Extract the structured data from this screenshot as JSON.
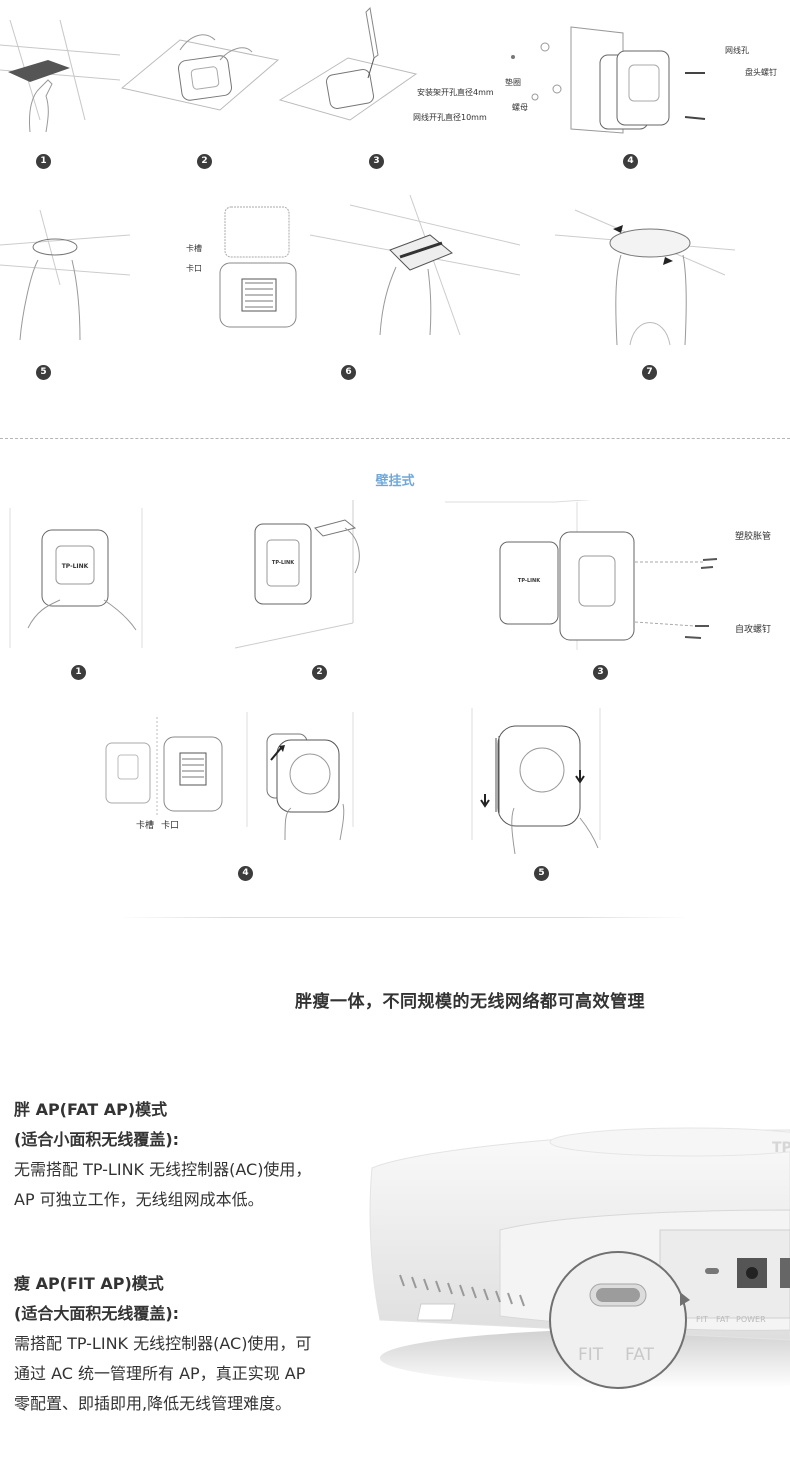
{
  "ceiling": {
    "steps": [
      "1",
      "2",
      "3",
      "4",
      "5",
      "6",
      "7"
    ],
    "callouts": {
      "bracket_hole": "安装架开孔直径4mm",
      "cable_hole": "网线开孔直径10mm",
      "cable_port": "网线孔",
      "screw": "盘头螺钉",
      "washer": "垫圈",
      "nut": "螺母",
      "slot": "卡槽",
      "clip": "卡口"
    }
  },
  "wall": {
    "title": "壁挂式",
    "steps": [
      "1",
      "2",
      "3",
      "4",
      "5"
    ],
    "callouts": {
      "anchor": "塑胶胀管",
      "tapping_screw": "自攻螺钉",
      "slot": "卡槽",
      "clip": "卡口"
    },
    "device_brand": "TP-LINK"
  },
  "feature": {
    "headline": "胖瘦一体，不同规模的无线网络都可高效管理",
    "fat": {
      "title": "胖 AP(FAT AP)模式",
      "subtitle": "(适合小面积无线覆盖):",
      "line1": "无需搭配 TP-LINK 无线控制器(AC)使用，",
      "line2": "AP 可独立工作，无线组网成本低。"
    },
    "fit": {
      "title": "瘦 AP(FIT AP)模式",
      "subtitle": "(适合大面积无线覆盖):",
      "line1": "需搭配 TP-LINK 无线控制器(AC)使用，可",
      "line2": "通过 AC 统一管理所有 AP，真正实现 AP",
      "line3": "零配置、即插即用,降低无线管理难度。"
    },
    "switch_labels": {
      "fit": "FIT",
      "fat": "FAT",
      "small_fit": "FIT",
      "small_fat": "FAT",
      "power": "POWER"
    }
  }
}
